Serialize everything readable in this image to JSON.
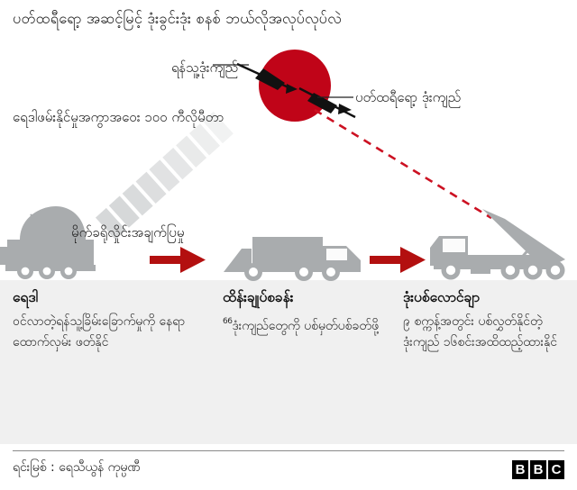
{
  "title": "ပတ်ထရီရော့ အဆင့်မြင့် ဒုံးခွင်းဒုံး စနစ် ဘယ်လိုအလုပ်လုပ်လဲ",
  "callouts": {
    "incoming_missile": "ရန်သူ့ဒုံးကျည်",
    "interceptor_missile": "ပတ်ထရီရော့ ဒုံးကျည်",
    "detection_range": "ရေဒါဖမ်းနိုင်မှုအကွာအဝေး ၁၀၀ ကီလိုမီတာ",
    "microwave_signal": "မိုက်ခရိုလှိုင်းအချက်ပြမှု"
  },
  "columns": [
    {
      "heading": "ရေဒါ",
      "body": "ဝင်လာတဲ့ရန်သူ့ခြိမ်းခြောက်မှုကို နေရာထောက်လှမ်း ဖတ်နိုင်"
    },
    {
      "heading": "ထိန်းချုပ်စခန်း",
      "quote": "66",
      "body": "ဒုံးကျည်တွေကို ပစ်မှတ်ပစ်ခတ်ဖို့"
    },
    {
      "heading": "ဒုံးပစ်လောင်ချာ",
      "body": "၉ စက္ကန့်အတွင်း ပစ်လွှတ်နိုင်တဲ့ ဒုံးကျည် ၁၆စင်းအထိထည့်ထားနိုင်"
    }
  ],
  "footer": {
    "source": "ရင်းမြစ် : ရေသီယွန် ကုမ္ပဏီ",
    "logo": [
      "B",
      "B",
      "C"
    ]
  },
  "colors": {
    "burst_red": "#c00418",
    "arrow_red": "#b31010",
    "dash_red": "#cc1122",
    "vehicle_gray": "#a9acae",
    "panel_gray": "#f0f0f0",
    "text_dark": "#1c1c1c"
  }
}
